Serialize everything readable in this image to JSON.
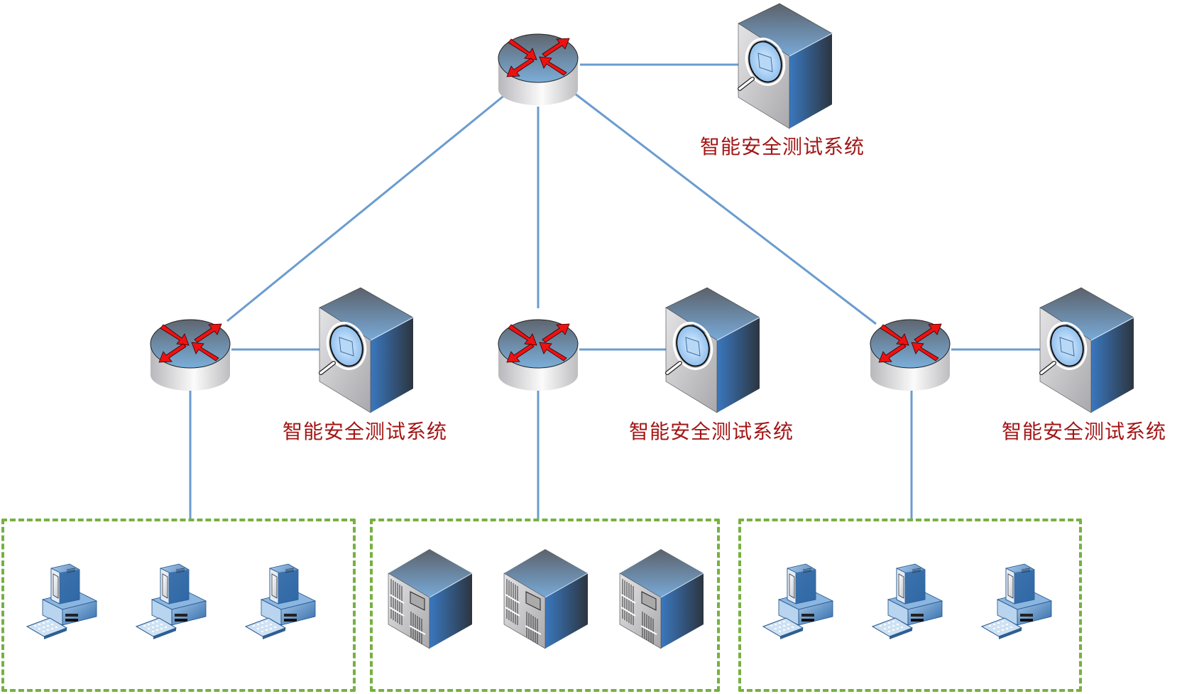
{
  "diagram": {
    "title": "",
    "colors": {
      "link": "#6a9ccf",
      "label": "#a31515",
      "zone_border": "#77b041",
      "router_arrow": "#ee1111"
    },
    "nodes": {
      "core_router": {
        "type": "router",
        "icon": "router-icon"
      },
      "core_tester": {
        "type": "security-tester",
        "icon": "magnifier-appliance-icon",
        "label": "智能安全测试系统"
      },
      "router_left": {
        "type": "router",
        "icon": "router-icon"
      },
      "tester_left": {
        "type": "security-tester",
        "icon": "magnifier-appliance-icon",
        "label": "智能安全测试系统"
      },
      "router_middle": {
        "type": "router",
        "icon": "router-icon"
      },
      "tester_middle": {
        "type": "security-tester",
        "icon": "magnifier-appliance-icon",
        "label": "智能安全测试系统"
      },
      "router_right": {
        "type": "router",
        "icon": "router-icon"
      },
      "tester_right": {
        "type": "security-tester",
        "icon": "magnifier-appliance-icon",
        "label": "智能安全测试系统"
      }
    },
    "zones": [
      {
        "id": "zone_left",
        "members": [
          {
            "type": "workstation",
            "icon": "pc-icon"
          },
          {
            "type": "workstation",
            "icon": "pc-icon"
          },
          {
            "type": "workstation",
            "icon": "pc-icon"
          }
        ]
      },
      {
        "id": "zone_middle",
        "members": [
          {
            "type": "server",
            "icon": "server-icon"
          },
          {
            "type": "server",
            "icon": "server-icon"
          },
          {
            "type": "server",
            "icon": "server-icon"
          }
        ]
      },
      {
        "id": "zone_right",
        "members": [
          {
            "type": "workstation",
            "icon": "pc-icon"
          },
          {
            "type": "workstation",
            "icon": "pc-icon"
          },
          {
            "type": "workstation",
            "icon": "pc-icon"
          }
        ]
      }
    ],
    "links": [
      {
        "from": "core_router",
        "to": "core_tester"
      },
      {
        "from": "core_router",
        "to": "router_left"
      },
      {
        "from": "core_router",
        "to": "router_middle"
      },
      {
        "from": "core_router",
        "to": "router_right"
      },
      {
        "from": "router_left",
        "to": "tester_left"
      },
      {
        "from": "router_middle",
        "to": "tester_middle"
      },
      {
        "from": "router_right",
        "to": "tester_right"
      },
      {
        "from": "router_left",
        "to": "zone_left"
      },
      {
        "from": "router_middle",
        "to": "zone_middle"
      },
      {
        "from": "router_right",
        "to": "zone_right"
      }
    ]
  }
}
